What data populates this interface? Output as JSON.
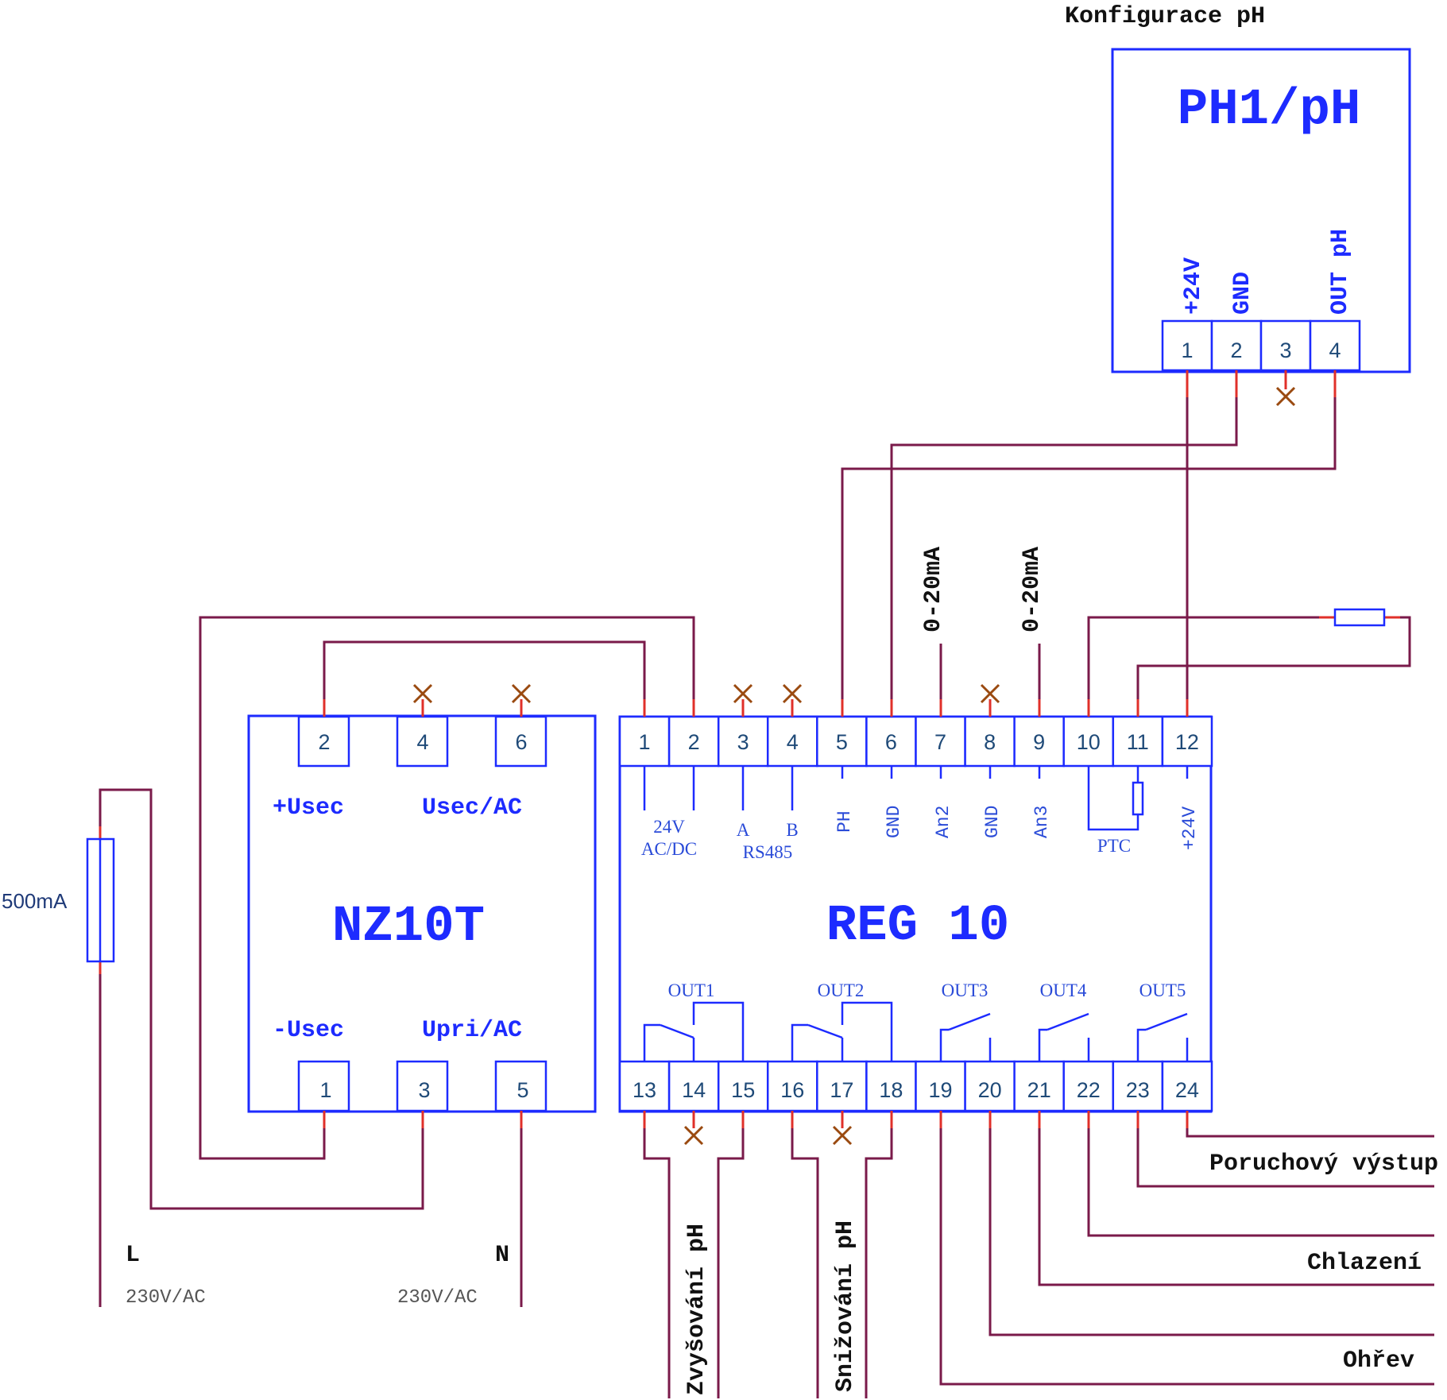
{
  "ph1": {
    "config_title": "Konfigurace pH",
    "title": "PH1/pH",
    "terminals": [
      "1",
      "2",
      "3",
      "4"
    ],
    "labels": {
      "plus24v": "+24V",
      "gnd": "GND",
      "out_ph": "OUT pH"
    }
  },
  "nz10t": {
    "title": "NZ10T",
    "top_terminals": [
      "2",
      "4",
      "6"
    ],
    "bottom_terminals": [
      "1",
      "3",
      "5"
    ],
    "labels": {
      "usec_plus": "+Usec",
      "usec_ac": "Usec/AC",
      "usec_minus": "-Usec",
      "upri_ac": "Upri/AC"
    }
  },
  "reg10": {
    "title": "REG 10",
    "top_terminals": [
      "1",
      "2",
      "3",
      "4",
      "5",
      "6",
      "7",
      "8",
      "9",
      "10",
      "11",
      "12"
    ],
    "bottom_terminals": [
      "13",
      "14",
      "15",
      "16",
      "17",
      "18",
      "19",
      "20",
      "21",
      "22",
      "23",
      "24"
    ],
    "top_labels": {
      "ac_dc_24v": "24V",
      "ac_dc": "AC/DC",
      "a": "A",
      "b": "B",
      "rs485": "RS485",
      "ph": "PH",
      "gnd": "GND",
      "an2": "An2",
      "gnd2": "GND",
      "an3": "An3",
      "ptc": "PTC",
      "plus24v": "+24V"
    },
    "outputs": [
      "OUT1",
      "OUT2",
      "OUT3",
      "OUT4",
      "OUT5"
    ]
  },
  "signals": {
    "an2": "0-20mA",
    "an3": "0-20mA"
  },
  "fuse": {
    "rating": "500mA"
  },
  "mains": {
    "l": "L",
    "n": "N",
    "voltage_l": "230V/AC",
    "voltage_n": "230V/AC"
  },
  "outputs_labels": {
    "zvysovani": "Zvyšování pH",
    "snizovani": "Snižování pH",
    "poruchovy": "Poruchový výstup",
    "chlazeni": "Chlazení",
    "ohrev": "Ohřev"
  },
  "colors": {
    "box": "#1d2bff",
    "wire": "#7a1a4a",
    "stub": "#e0302a",
    "not_connected": "#9a4a10"
  }
}
